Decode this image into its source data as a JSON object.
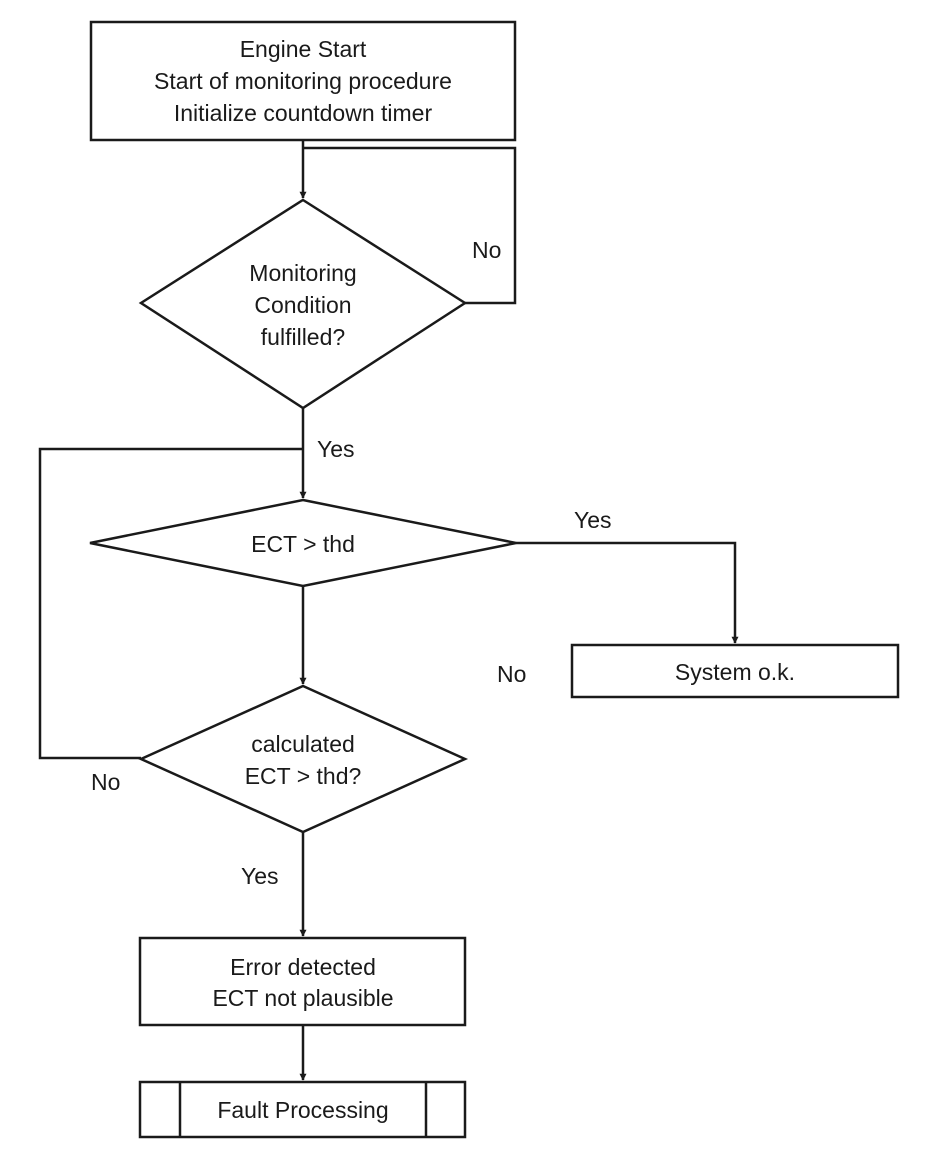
{
  "start_box": {
    "line1": "Engine Start",
    "line2": "Start of monitoring procedure",
    "line3": "Initialize countdown timer"
  },
  "decision_monitoring": {
    "line1": "Monitoring",
    "line2": "Condition",
    "line3": "fulfilled?",
    "no_label": "No",
    "yes_label": "Yes"
  },
  "decision_ect": {
    "text": "ECT > thd",
    "yes_label": "Yes",
    "no_label": "No"
  },
  "system_ok_box": {
    "text": "System o.k."
  },
  "decision_calculated": {
    "line1": "calculated",
    "line2": "ECT > thd?",
    "no_label": "No",
    "yes_label": "Yes"
  },
  "error_box": {
    "line1": "Error detected",
    "line2": "ECT not plausible"
  },
  "fault_box": {
    "text": "Fault Processing"
  },
  "colors": {
    "stroke": "#1a1a1a",
    "background": "#ffffff"
  }
}
